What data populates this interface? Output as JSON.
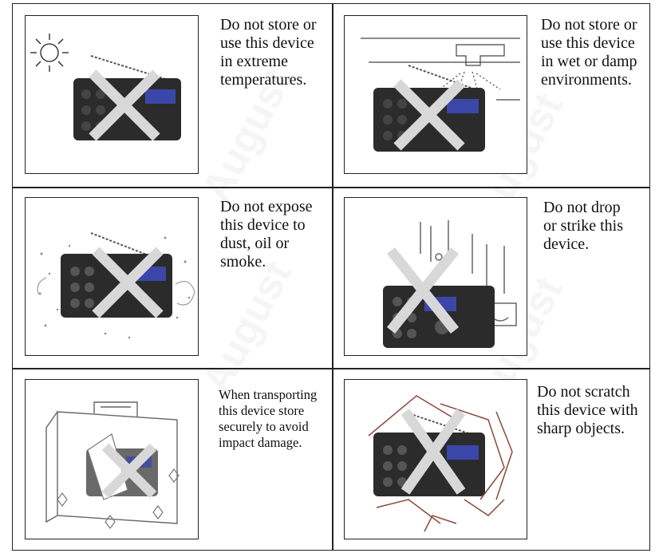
{
  "watermark": "August",
  "cells": [
    {
      "caption": "Do not store or\nuse this device\nin extreme\ntemperatures.",
      "icon": "sun-icon"
    },
    {
      "caption": "Do not store or\nuse this device\nin wet or damp\nenvironments.",
      "icon": "water-tap-icon"
    },
    {
      "caption": "Do not expose\nthis device to\ndust, oil or\nsmoke.",
      "icon": "dust-icon"
    },
    {
      "caption": "Do not drop\nor strike this\ndevice.",
      "icon": "impact-icon"
    },
    {
      "caption": "When transporting\nthis device store\nsecurely to avoid\nimpact damage.",
      "icon": "suitcase-icon"
    },
    {
      "caption": "Do not scratch\nthis device with\nsharp objects.",
      "icon": "sharp-objects-icon"
    }
  ],
  "colors": {
    "border": "#222222",
    "radio_body": "#2b2b2b",
    "lcd": "#3a47a8",
    "cross": "#d8d8d8",
    "scratch": "#8a4a3a"
  }
}
